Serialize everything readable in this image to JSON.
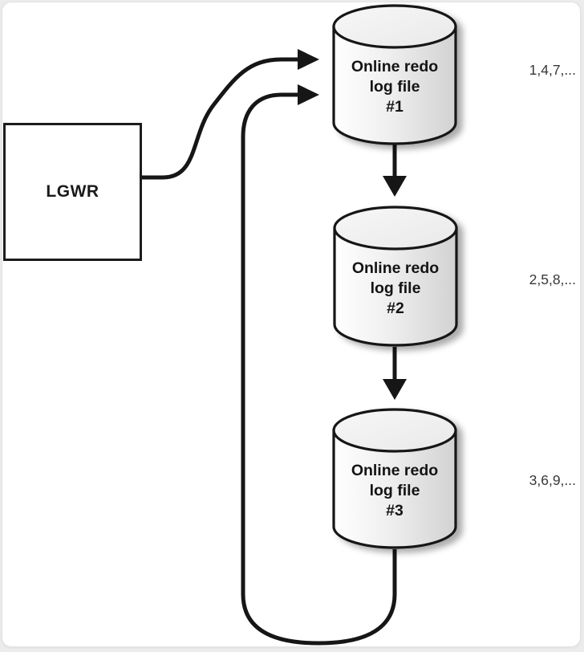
{
  "lgwr": {
    "label": "LGWR"
  },
  "logs": [
    {
      "name": "Online redo log file",
      "number": "#1",
      "sequence": "1,4,7,..."
    },
    {
      "name": "Online redo log file",
      "number": "#2",
      "sequence": "2,5,8,..."
    },
    {
      "name": "Online redo log file",
      "number": "#3",
      "sequence": "3,6,9,..."
    }
  ],
  "colors": {
    "stroke": "#161616",
    "cylinder_light": "#ffffff",
    "cylinder_dark": "#d2d2d2",
    "cylinder_top": "#f0f0f0",
    "canvas": "#ffffff",
    "page_background": "#ececec"
  }
}
